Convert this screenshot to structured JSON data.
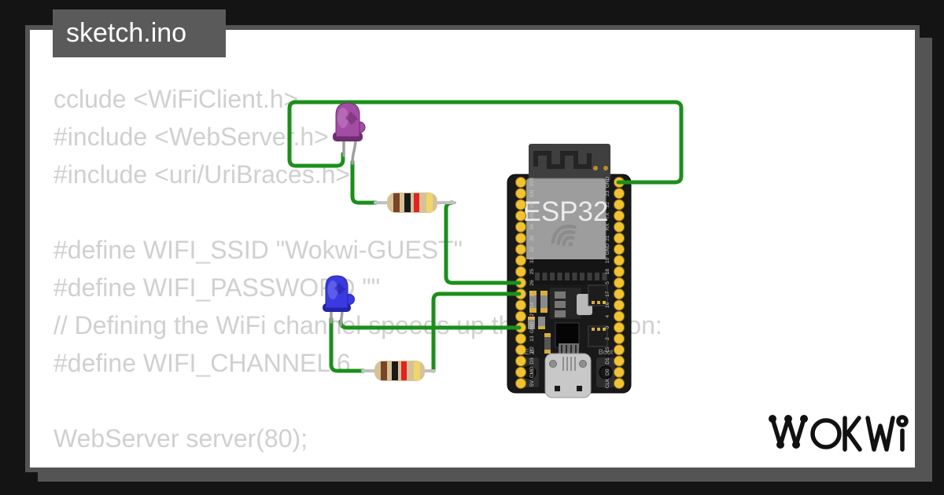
{
  "frame": {
    "background": "#141414",
    "shadow_color": "#545454",
    "card_color": "#ffffff"
  },
  "title_tab": {
    "label": "sketch.ino",
    "background": "#5a5a5a",
    "text_color": "#ffffff"
  },
  "code": {
    "text_color": "#d0d0d0",
    "lines": [
      "cclude <WiFiClient.h>",
      "#include <WebServer.h>",
      "#include <uri/UriBraces.h>",
      "",
      "#define WIFI_SSID \"Wokwi-GUEST\"",
      "#define WIFI_PASSWORD \"\"",
      "// Defining the WiFi channel speeds up the connection:",
      "#define WIFI_CHANNEL 6",
      "",
      "WebServer server(80);"
    ]
  },
  "diagram": {
    "wire_color": "#1b8f1b",
    "esp32": {
      "label": "ESP32",
      "board_color": "#191919",
      "pin_color": "#f1c232",
      "en_button_label": "EN",
      "boot_button_label": "Boot",
      "left_pins": [
        "3V3",
        "EN",
        "VP",
        "VN",
        "34",
        "35",
        "32",
        "33",
        "25",
        "26",
        "27",
        "14",
        "12",
        "GND",
        "13",
        "D2",
        "D3",
        "CMD",
        "5V"
      ],
      "right_pins": [
        "GND",
        "23",
        "22",
        "TX",
        "RX",
        "21",
        "GND",
        "19",
        "18",
        "5",
        "17",
        "16",
        "4",
        "0",
        "2",
        "15",
        "D1",
        "D0",
        "CLK"
      ]
    },
    "leds": [
      {
        "name": "purple-led",
        "body_color": "#a34ca3",
        "edge_color": "#6f2d6f",
        "highlight_color": "#c87fc8"
      },
      {
        "name": "blue-led",
        "body_color": "#3a3ae0",
        "edge_color": "#2424a8",
        "highlight_color": "#7a7af2"
      }
    ],
    "resistors": [
      {
        "name": "resistor-1",
        "body_color": "#d6c296",
        "bands": [
          "#7a4426",
          "#19191c",
          "#e32222",
          "#efd66c"
        ]
      },
      {
        "name": "resistor-2",
        "body_color": "#d6c296",
        "bands": [
          "#7a4426",
          "#19191c",
          "#e32222",
          "#efd66c"
        ]
      }
    ]
  },
  "logo": {
    "text": "WOKWI",
    "color": "#111111"
  }
}
